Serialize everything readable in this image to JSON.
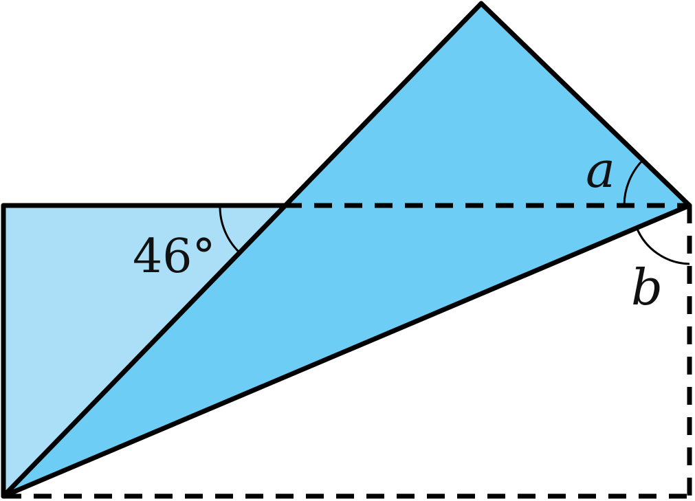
{
  "diagram": {
    "angle_labels": {
      "given_angle": "46°",
      "angle_a": "a",
      "angle_b": "b"
    },
    "colors": {
      "light_fill": "#ABDFF8",
      "triangle_fill": "#6DCDF5",
      "stroke": "#000000",
      "background": "#FFFFFF"
    }
  }
}
